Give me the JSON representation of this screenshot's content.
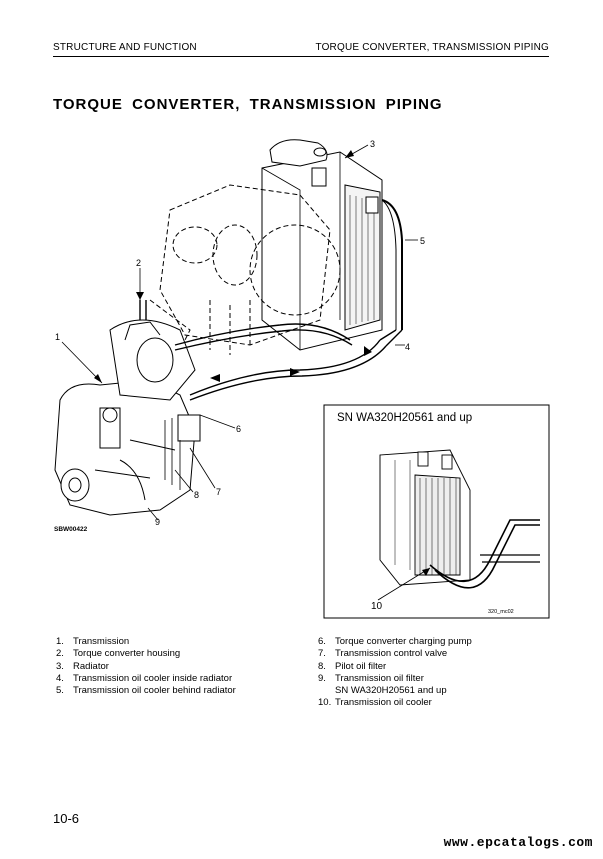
{
  "header": {
    "left": "STRUCTURE AND FUNCTION",
    "right": "TORQUE CONVERTER, TRANSMISSION PIPING"
  },
  "title": "TORQUE CONVERTER, TRANSMISSION PIPING",
  "diagram": {
    "code": "SBW00422",
    "callouts": [
      "1",
      "2",
      "3",
      "4",
      "5",
      "6",
      "7",
      "8",
      "9"
    ]
  },
  "inset": {
    "title": "SN WA320H20561 and up",
    "callout": "10",
    "code": "320_mc02"
  },
  "legend_left": [
    {
      "num": "1.",
      "text": "Transmission"
    },
    {
      "num": "2.",
      "text": "Torque converter housing"
    },
    {
      "num": "3.",
      "text": "Radiator"
    },
    {
      "num": "4.",
      "text": "Transmission oil cooler inside radiator"
    },
    {
      "num": "5.",
      "text": "Transmission oil cooler behind radiator"
    }
  ],
  "legend_right": [
    {
      "num": "6.",
      "text": "Torque converter charging pump"
    },
    {
      "num": "7.",
      "text": "Transmission control valve"
    },
    {
      "num": "8.",
      "text": "Pilot oil filter"
    },
    {
      "num": "9.",
      "text": "Transmission oil filter"
    },
    {
      "num": "",
      "text": "SN WA320H20561 and up"
    },
    {
      "num": "10.",
      "text": "Transmission oil cooler"
    }
  ],
  "page_number": "10-6",
  "watermark": "www.epcatalogs.com"
}
